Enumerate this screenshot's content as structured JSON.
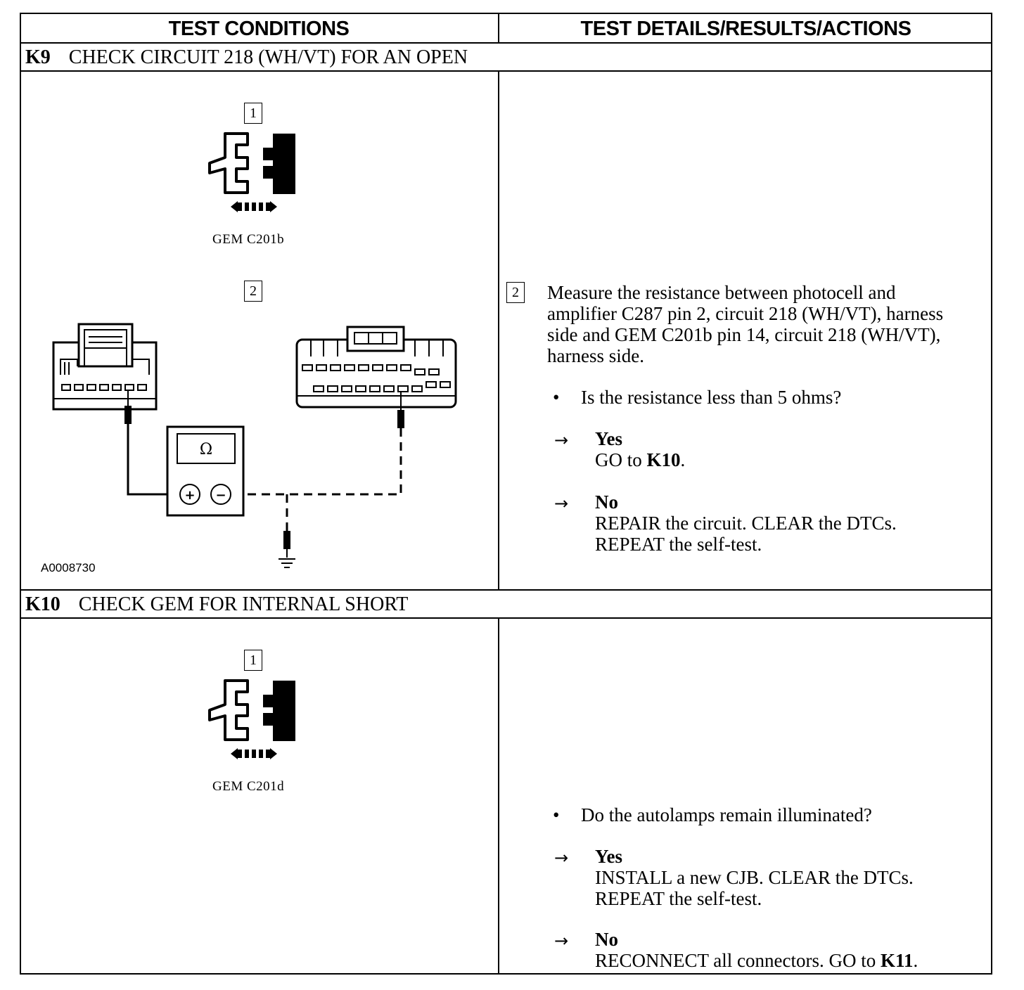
{
  "headers": {
    "left": "TEST CONDITIONS",
    "right": "TEST DETAILS/RESULTS/ACTIONS"
  },
  "k9": {
    "id": "K9",
    "title": "CHECK CIRCUIT 218 (WH/VT) FOR AN OPEN",
    "step1_label": "1",
    "step1_caption": "GEM C201b",
    "step2_label": "2",
    "meter_symbol": "Ω",
    "meter_plus": "+",
    "meter_minus": "−",
    "figure_id": "A0008730",
    "detail_step": "2",
    "detail_text": "Measure the resistance between photocell and amplifier C287 pin 2, circuit 218 (WH/VT), harness side and GEM C201b pin 14, circuit 218 (WH/VT), harness side.",
    "question": "Is the resistance less than 5 ohms?",
    "yes_head": "Yes",
    "yes_text_prefix": "GO to ",
    "yes_text_bold": "K10",
    "yes_text_suffix": ".",
    "no_head": "No",
    "no_text": "REPAIR the circuit. CLEAR the DTCs. REPEAT the self-test."
  },
  "k10": {
    "id": "K10",
    "title": "CHECK GEM FOR INTERNAL SHORT",
    "step1_label": "1",
    "step1_caption": "GEM C201d",
    "question": "Do the autolamps remain illuminated?",
    "yes_head": "Yes",
    "yes_text": "INSTALL a new CJB. CLEAR the DTCs. REPEAT the self-test.",
    "no_head": "No",
    "no_text_prefix": "RECONNECT all connectors. GO to ",
    "no_text_bold": "K11",
    "no_text_suffix": "."
  },
  "glyphs": {
    "bullet": "•",
    "arrow": "→"
  }
}
